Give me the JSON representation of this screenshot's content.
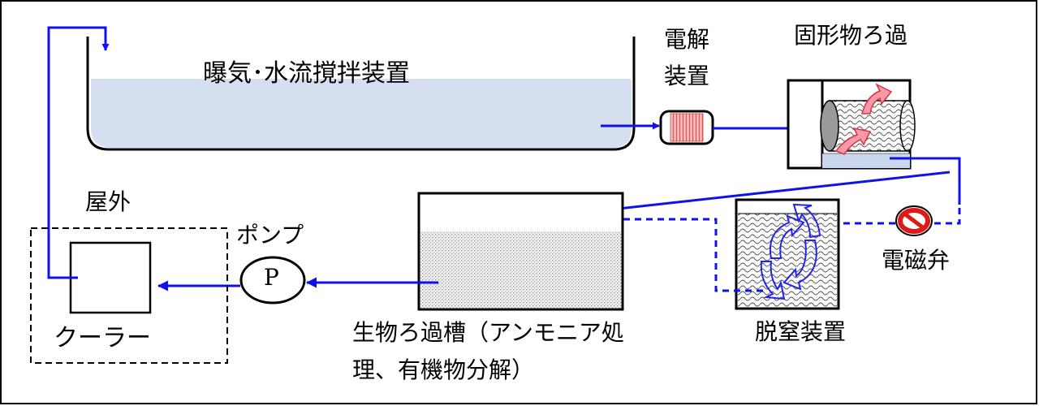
{
  "labels": {
    "aeration": "曝気･水流撹拌装置",
    "electrolysis_line1": "電解",
    "electrolysis_line2": "装置",
    "solid_filter": "固形物ろ過",
    "outdoor": "屋外",
    "pump": "ポンプ",
    "pump_symbol": "P",
    "cooler": "クーラー",
    "bio_filter_line1": "生物ろ過槽（アンモニア処",
    "bio_filter_line2": "理、有機物分解）",
    "denitrification": "脱窒装置",
    "solenoid_valve": "電磁弁"
  },
  "colors": {
    "flow_line": "#1010ee",
    "water_tank": "#d5dff0",
    "electrolysis_coil": "#e25a5a",
    "rotation_arrow": "#f79aa6",
    "valve_red": "#e01818",
    "outline": "#000000"
  }
}
